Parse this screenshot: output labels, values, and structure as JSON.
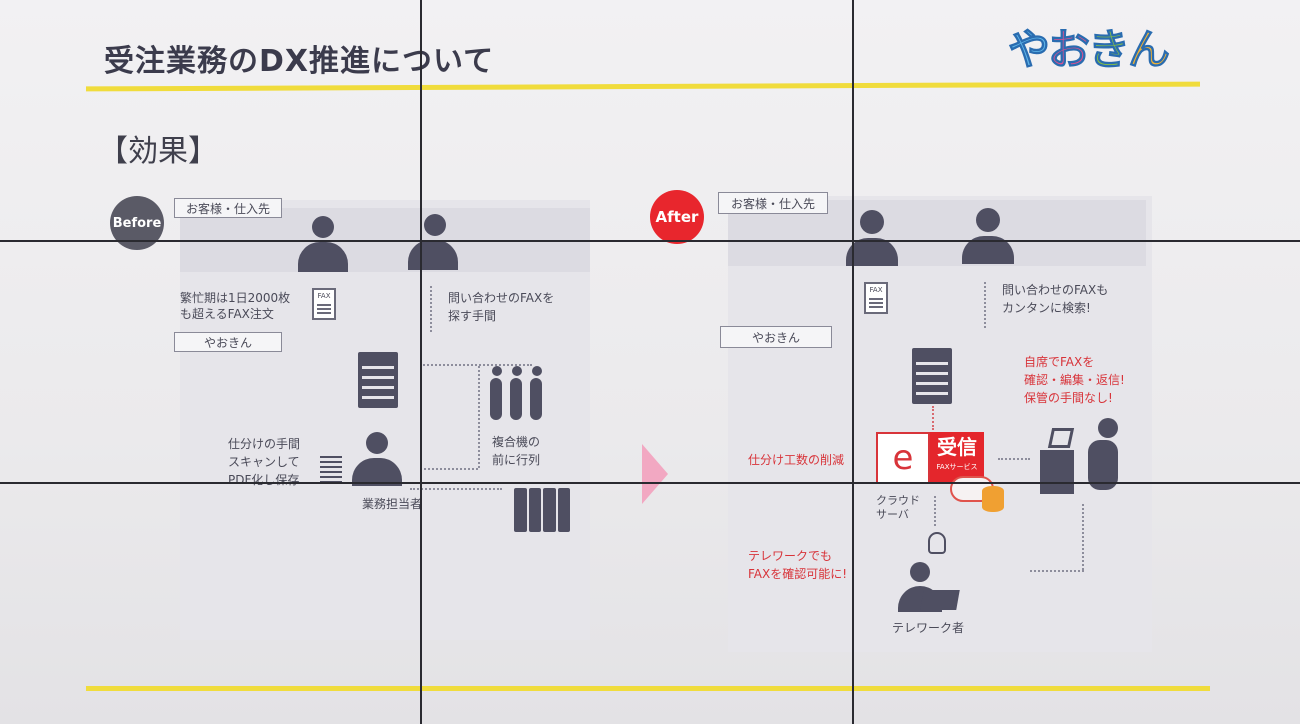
{
  "slide": {
    "title": "受注業務のDX推進について",
    "logo": [
      "や",
      "お",
      "き",
      "ん"
    ],
    "section_label": "【効果】"
  },
  "before": {
    "badge": "Before",
    "customer_tag": "お客様・仕入先",
    "note_fax_volume": [
      "繁忙期は1日2000枚",
      "も超えるFAX注文"
    ],
    "note_search": [
      "問い合わせのFAXを",
      "探す手間"
    ],
    "company_tag": "やおきん",
    "fax_icon_label": "FAX",
    "note_queue": [
      "複合機の",
      "前に行列"
    ],
    "note_sorting": [
      "仕分けの手間",
      "スキャンして",
      "PDF化し保存"
    ],
    "staff_label": "業務担当者"
  },
  "after": {
    "badge": "After",
    "customer_tag": "お客様・仕入先",
    "note_search": [
      "問い合わせのFAXも",
      "カンタンに検索!"
    ],
    "company_tag": "やおきん",
    "fax_icon_label": "FAX",
    "note_desk": [
      "自席でFAXを",
      "確認・編集・返信!",
      "保管の手間なし!"
    ],
    "note_sorting": "仕分け工数の削減",
    "service_name_e": "e",
    "service_name": "受信",
    "service_sub": "FAXサービス",
    "cloud_label": [
      "クラウド",
      "サーバ"
    ],
    "note_telework": [
      "テレワークでも",
      "FAXを確認可能に!"
    ],
    "telework_label": "テレワーク者"
  },
  "colors": {
    "accent_yellow": "#f0dc3c",
    "after_red": "#e8262d",
    "before_gray": "#5a5a66",
    "arrow_pink": "#f2a8c2"
  }
}
